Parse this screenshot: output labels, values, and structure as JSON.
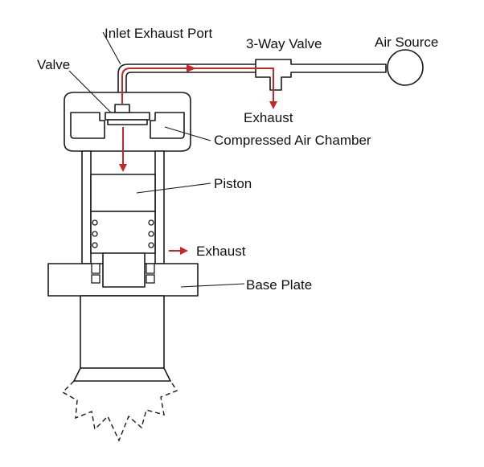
{
  "labels": {
    "inlet_exhaust_port": "Inlet Exhaust Port",
    "three_way_valve": "3-Way Valve",
    "air_source": "Air Source",
    "valve": "Valve",
    "exhaust_top": "Exhaust",
    "compressed_air_chamber": "Compressed Air Chamber",
    "piston": "Piston",
    "exhaust_side": "Exhaust",
    "base_plate": "Base Plate"
  },
  "colors": {
    "flow_arrow": "#c62828",
    "outline": "#1a1a1a",
    "fill": "#ffffff"
  }
}
